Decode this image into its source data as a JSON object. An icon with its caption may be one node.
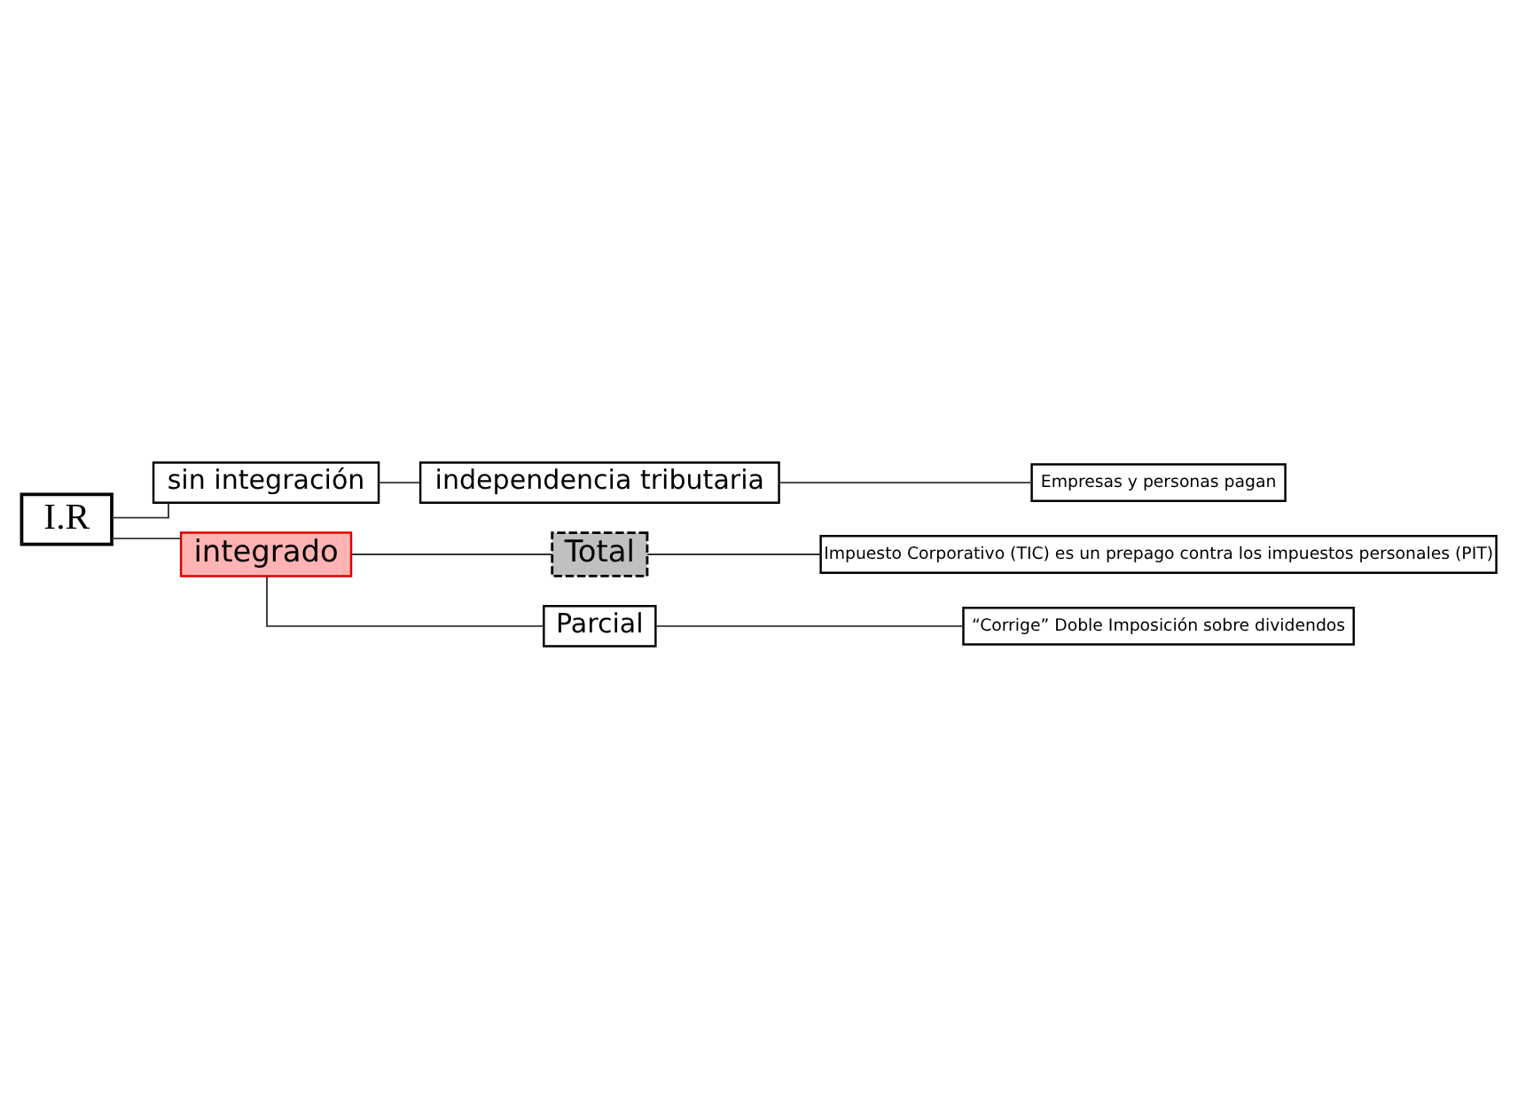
{
  "diagram": {
    "nodes": [
      {
        "text": [
          "I.R"
        ]
      },
      {
        "text": [
          "sin integración"
        ]
      },
      {
        "text": [
          "independencia tributaria"
        ]
      },
      {
        "text": [
          "Empresas y personas pagan"
        ]
      },
      {
        "text": [
          "integrado"
        ]
      },
      {
        "text": [
          "Total"
        ]
      },
      {
        "text": [
          "Impuesto Corporativo (TIC) es un prepago contra los impuestos personales (PIT)"
        ]
      },
      {
        "text": [
          "Parcial"
        ]
      },
      {
        "text": [
          "“Corrige” Doble Imposición sobre dividendos"
        ]
      }
    ],
    "edges": [
      {
        "from": 0,
        "to": 1,
        "arrow": "none"
      },
      {
        "from": 1,
        "to": 2,
        "arrow": "none"
      },
      {
        "from": 2,
        "to": 3,
        "arrow": "none"
      },
      {
        "from": 0,
        "to": 4,
        "arrow": "none"
      },
      {
        "from": 4,
        "to": 5,
        "arrow": "none"
      },
      {
        "from": 5,
        "to": 6,
        "arrow": "none"
      },
      {
        "from": 4,
        "to": 7,
        "arrow": "none"
      },
      {
        "from": 7,
        "to": 8,
        "arrow": "none"
      }
    ]
  }
}
